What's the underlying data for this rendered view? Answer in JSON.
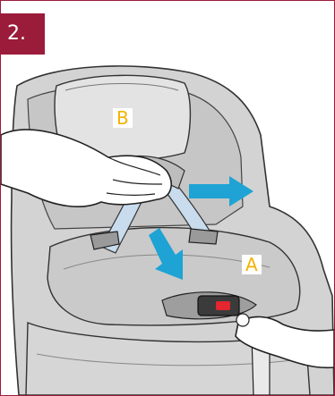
{
  "step": {
    "number": "2."
  },
  "labels": {
    "b": "B",
    "a": "A"
  },
  "colors": {
    "frame": "#9b1b3a",
    "badge_bg": "#9b1b3a",
    "label_text": "#f2b300",
    "arrow": "#1ea3d4",
    "seat": "#cfcfcf",
    "strap": "#c9dcee"
  },
  "icons": {
    "push_arrow": "arrow-right-icon",
    "pull_arrow": "arrow-down-icon"
  }
}
